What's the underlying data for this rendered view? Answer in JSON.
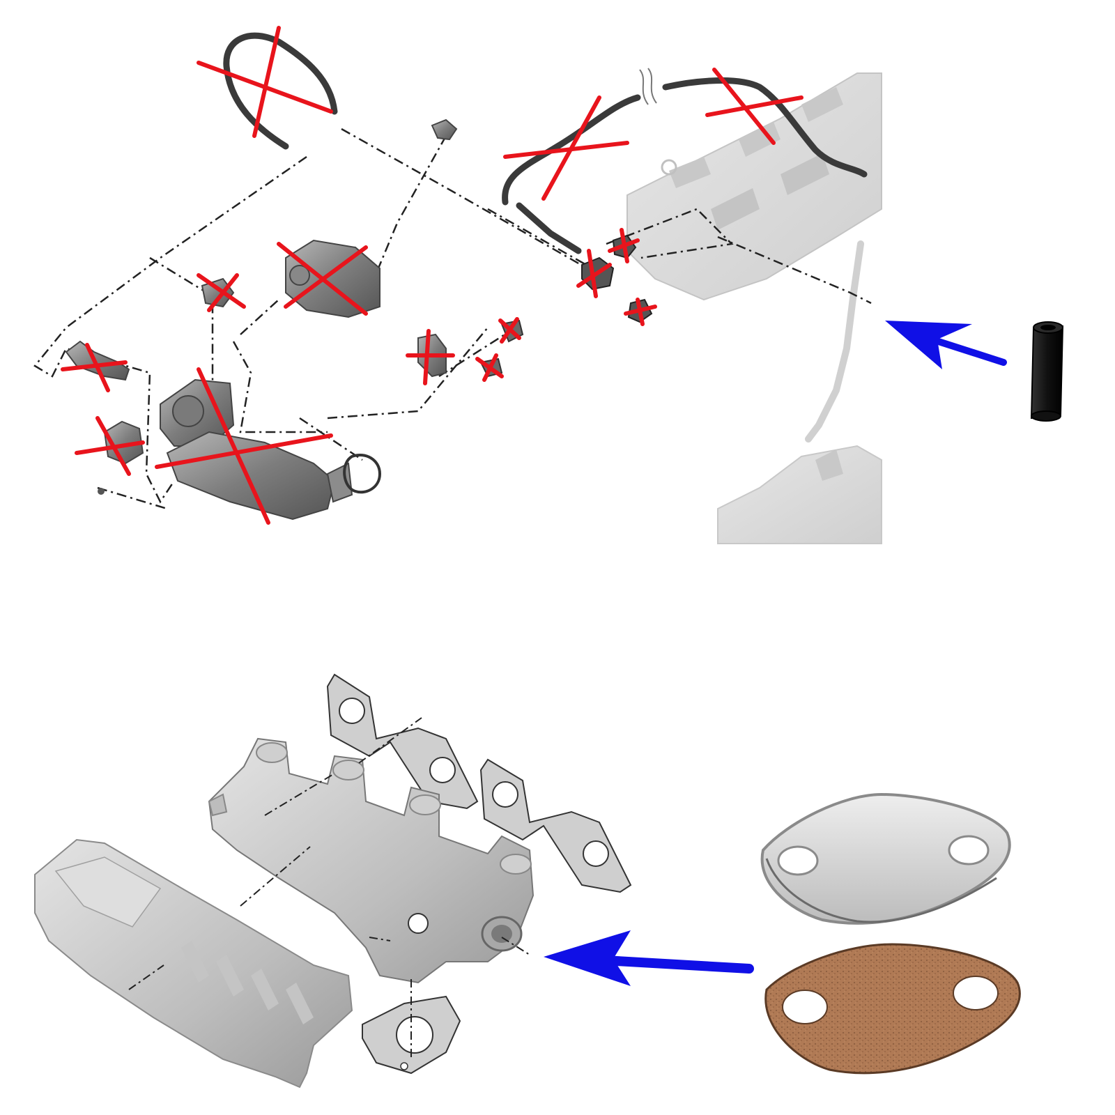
{
  "diagram": {
    "colors": {
      "background": "#ffffff",
      "removed_mark": "#e8141c",
      "arrow": "#1010e6",
      "hose": "#3a3a3a",
      "part_metal": "#9a9a9a",
      "engine_ghost": "#d8d8d8",
      "plug": "#1a1a1a",
      "blanking_plate": "#d7d7d7",
      "gasket_cork": "#b07a55",
      "leader_line": "#222222"
    },
    "panels": [
      {
        "id": "egr-removal-diagram",
        "removed_part_count": 16,
        "replacement_part": "rubber-blanking-plug",
        "arrow_direction": "left"
      },
      {
        "id": "exhaust-manifold-diagram",
        "replacement_parts": [
          "metal-blanking-plate",
          "cork-gasket"
        ],
        "arrow_direction": "left"
      }
    ]
  }
}
